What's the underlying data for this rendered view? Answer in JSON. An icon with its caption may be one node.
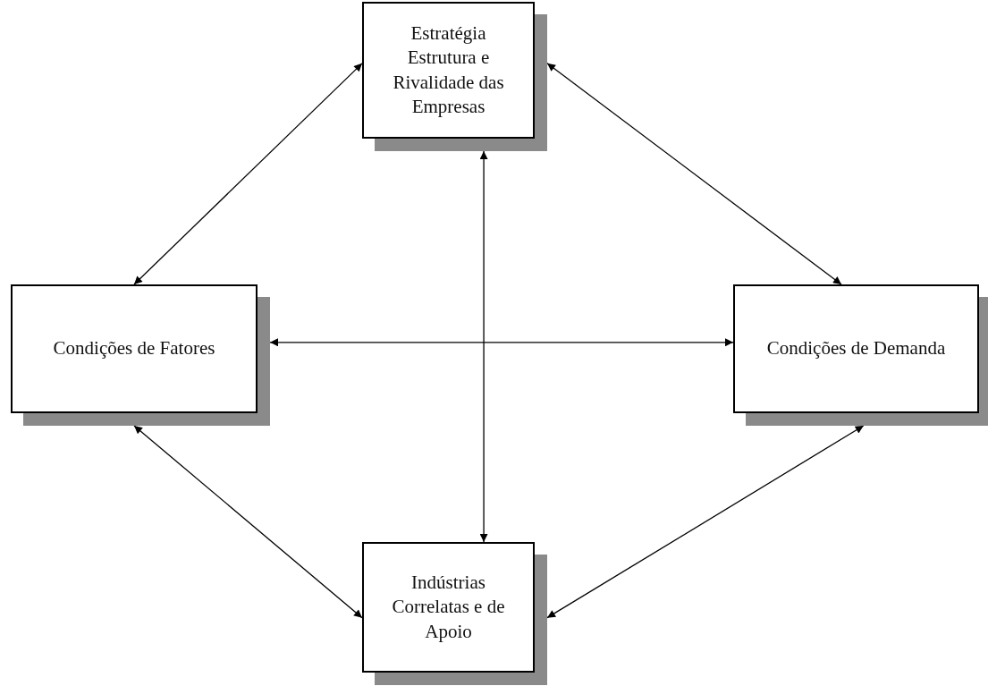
{
  "diagram": {
    "nodes": [
      {
        "text": [
          "Estratégia Estrutura e Rivalidade das Empresas"
        ]
      },
      {
        "text": [
          "Condições de Fatores"
        ]
      },
      {
        "text": [
          "Condições de Demanda"
        ]
      },
      {
        "text": [
          "Indústrias Correlatas e de Apoio"
        ]
      }
    ],
    "edges": [
      {
        "from": 0,
        "to": 1,
        "arrow": "both"
      },
      {
        "from": 0,
        "to": 2,
        "arrow": "both"
      },
      {
        "from": 0,
        "to": 3,
        "arrow": "both"
      },
      {
        "from": 1,
        "to": 2,
        "arrow": "both"
      },
      {
        "from": 1,
        "to": 3,
        "arrow": "both"
      },
      {
        "from": 2,
        "to": 3,
        "arrow": "both"
      }
    ]
  }
}
